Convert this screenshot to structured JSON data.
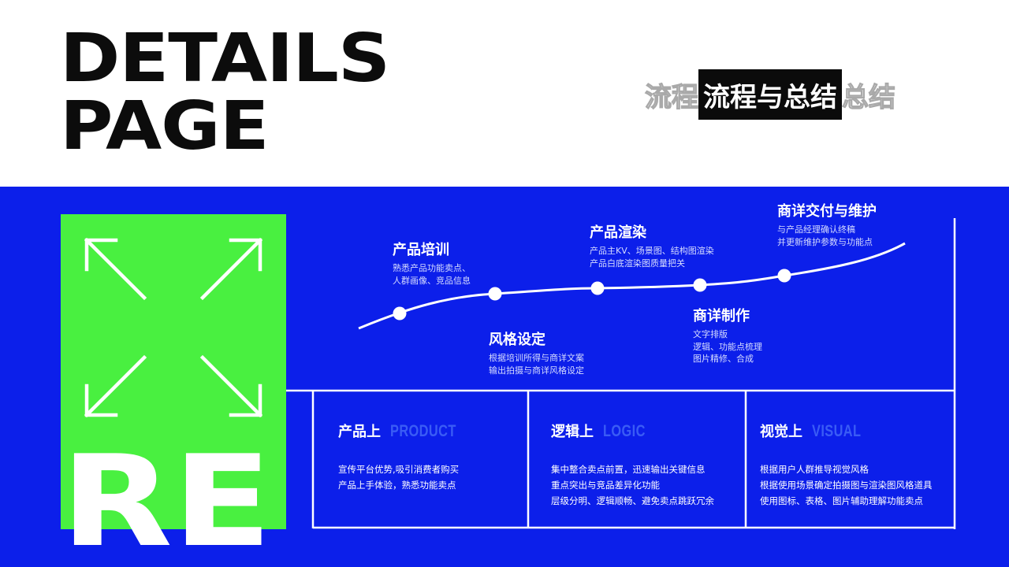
{
  "header": {
    "title_line_1": "DETAILS",
    "title_line_2": "PAGE",
    "subtitle_ghost_left": "流程",
    "subtitle_main": "流程与总结",
    "subtitle_ghost_right": "总结"
  },
  "badge": {
    "letters": "RE",
    "icon": "expand-arrows-icon"
  },
  "timeline": {
    "steps": [
      {
        "title": "产品培训",
        "desc": [
          "熟悉产品功能卖点、",
          "人群画像、竞品信息"
        ]
      },
      {
        "title": "风格设定",
        "desc": [
          "根据培训所得与商详文案",
          "输出拍摄与商详风格设定"
        ]
      },
      {
        "title": "产品渲染",
        "desc": [
          "产品主KV、场景图、结构图渲染",
          "产品白底渲染图质量把关"
        ]
      },
      {
        "title": "商详制作",
        "desc": [
          "文字排版",
          "逻辑、功能点梳理",
          "图片精修、合成"
        ]
      },
      {
        "title": "商详交付与维护",
        "desc": [
          "与产品经理确认终稿",
          "并更新维护参数与功能点"
        ]
      }
    ]
  },
  "columns": [
    {
      "zh": "产品上",
      "en": "PRODUCT",
      "lines": [
        "宣传平台优势,吸引消费者购买",
        "产品上手体验，熟悉功能卖点"
      ]
    },
    {
      "zh": "逻辑上",
      "en": "LOGIC",
      "lines": [
        "集中整合卖点前置，迅速输出关键信息",
        "重点突出与竞品差异化功能",
        "层级分明、逻辑顺畅、避免卖点跳跃冗余"
      ]
    },
    {
      "zh": "视觉上",
      "en": "VISUAL",
      "lines": [
        "根据用户人群推导视觉风格",
        "根据使用场景确定拍摄图与渲染图风格道具",
        "使用图标、表格、图片辅助理解功能卖点"
      ]
    }
  ],
  "colors": {
    "blue": "#0c1fea",
    "green": "#49f040",
    "black": "#0b0b0b",
    "white": "#ffffff",
    "muted_blue": "#3a5cf5"
  }
}
